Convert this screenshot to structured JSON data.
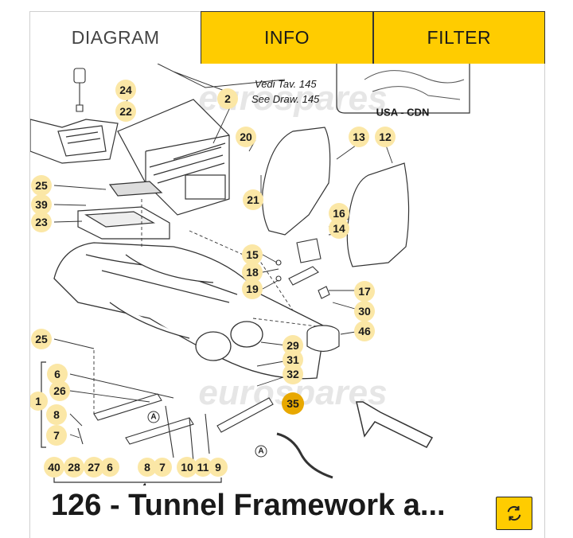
{
  "tabs": [
    {
      "label": "DIAGRAM",
      "active": true
    },
    {
      "label": "INFO",
      "active": false
    },
    {
      "label": "FILTER",
      "active": false
    }
  ],
  "diagram": {
    "note_line1": "Vedi Tav. 145",
    "note_line2": "See Draw. 145",
    "region_label": "USA - CDN",
    "watermark": "eurospares",
    "marker": "A",
    "highlighted_part": "35",
    "parts": [
      "24",
      "22",
      "2",
      "20",
      "21",
      "13",
      "12",
      "16",
      "14",
      "25",
      "39",
      "23",
      "15",
      "18",
      "19",
      "17",
      "30",
      "46",
      "25",
      "29",
      "31",
      "32",
      "6",
      "26",
      "1",
      "8",
      "7",
      "35",
      "40",
      "28",
      "27",
      "6",
      "8",
      "7",
      "10",
      "11",
      "9",
      "4"
    ]
  },
  "title": "126 - Tunnel Framework a...",
  "colors": {
    "accent": "#ffcc00",
    "highlight": "#e8a800",
    "circle": "#fbe7a6"
  },
  "icons": {
    "refresh": "refresh-icon",
    "arrow": "direction-arrow"
  }
}
